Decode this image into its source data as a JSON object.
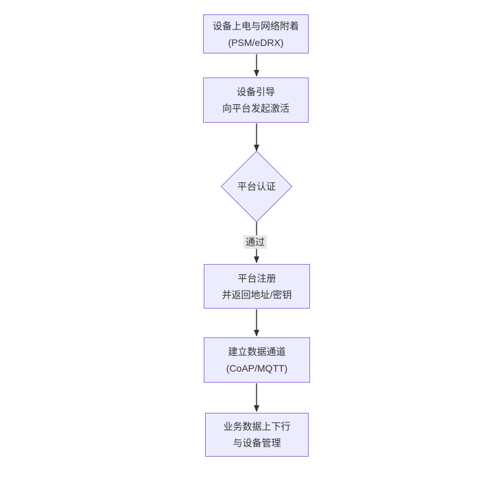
{
  "diagram": {
    "type": "flowchart-vertical",
    "nodes": [
      {
        "id": "attach",
        "shape": "rect",
        "lines": [
          "设备上电与网络附着",
          "(PSM/eDRX)"
        ]
      },
      {
        "id": "boot",
        "shape": "rect",
        "lines": [
          "设备引导",
          "向平台发起激活"
        ]
      },
      {
        "id": "auth",
        "shape": "diamond",
        "label": "平台认证"
      },
      {
        "id": "register",
        "shape": "rect",
        "lines": [
          "平台注册",
          "并返回地址/密钥"
        ]
      },
      {
        "id": "channel",
        "shape": "rect",
        "lines": [
          "建立数据通道",
          "(CoAP/MQTT)"
        ]
      },
      {
        "id": "business",
        "shape": "rect",
        "lines": [
          "业务数据上下行",
          "与设备管理"
        ]
      }
    ],
    "edges": [
      {
        "from": "attach",
        "to": "boot",
        "label": ""
      },
      {
        "from": "boot",
        "to": "auth",
        "label": ""
      },
      {
        "from": "auth",
        "to": "register",
        "label": "通过"
      },
      {
        "from": "register",
        "to": "channel",
        "label": ""
      },
      {
        "from": "channel",
        "to": "business",
        "label": ""
      }
    ],
    "edge_label": "通过",
    "colors": {
      "node_fill": "#ECECFF",
      "node_border": "#9370DB",
      "text": "#333333",
      "arrow": "#333333",
      "edge_label_bg": "#e8e8e8",
      "background": "#ffffff"
    }
  }
}
